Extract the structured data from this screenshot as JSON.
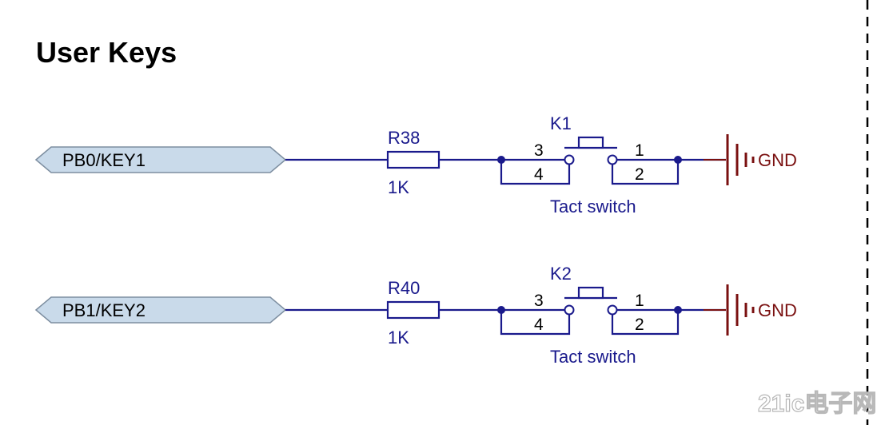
{
  "title": "User Keys",
  "circuits": [
    {
      "port": "PB0/KEY1",
      "resistor": {
        "ref": "R38",
        "value": "1K"
      },
      "switch": {
        "ref": "K1",
        "type": "Tact switch",
        "pins": [
          "3",
          "4",
          "1",
          "2"
        ]
      },
      "ground": "GND"
    },
    {
      "port": "PB1/KEY2",
      "resistor": {
        "ref": "R40",
        "value": "1K"
      },
      "switch": {
        "ref": "K2",
        "type": "Tact switch",
        "pins": [
          "3",
          "4",
          "1",
          "2"
        ]
      },
      "ground": "GND"
    }
  ],
  "watermark": "21ic电子网",
  "colors": {
    "wire": "#1a1a8c",
    "port_fill": "#c9daea",
    "port_stroke": "#7d8ea0",
    "ground": "#7a1010",
    "border": "#000000"
  }
}
